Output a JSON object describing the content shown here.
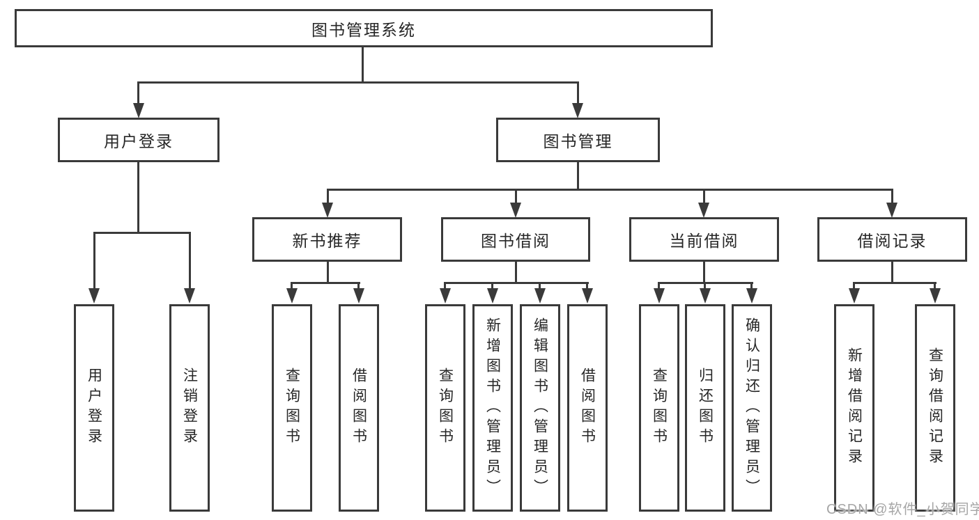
{
  "tree": {
    "root": {
      "label": "图书管理系统"
    },
    "branches": [
      {
        "label": "用户登录",
        "children": [
          "用户登录",
          "注销登录"
        ]
      },
      {
        "label": "图书管理",
        "sections": [
          {
            "label": "新书推荐",
            "children": [
              "查询图书",
              "借阅图书"
            ]
          },
          {
            "label": "图书借阅",
            "children": [
              "查询图书",
              "新增图书（管理员）",
              "编辑图书（管理员）",
              "借阅图书"
            ]
          },
          {
            "label": "当前借阅",
            "children": [
              "查询图书",
              "归还图书",
              "确认归还（管理员）"
            ]
          },
          {
            "label": "借阅记录",
            "children": [
              "新增借阅记录",
              "查询借阅记录"
            ]
          }
        ]
      }
    ]
  },
  "watermark": "CSDN @软件_小贺同学",
  "colors": {
    "line": "#3a3a3a",
    "text": "#262626",
    "watermark": "#a6a6a6",
    "background": "#ffffff"
  }
}
